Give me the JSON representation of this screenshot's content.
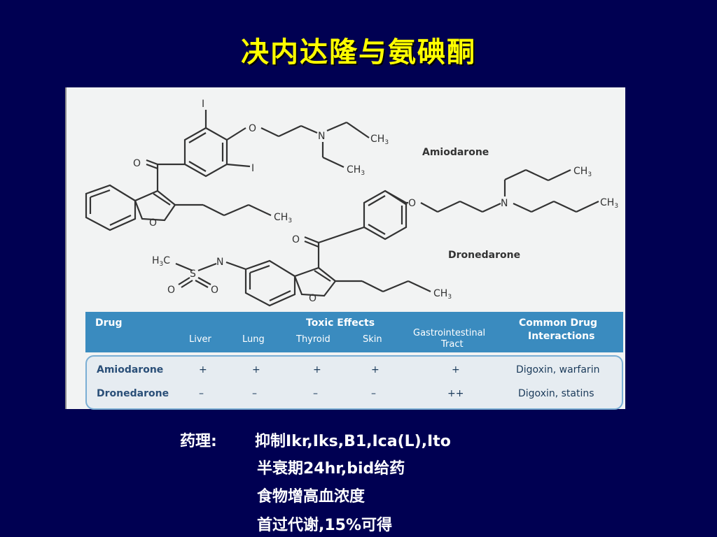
{
  "slide": {
    "title": "决内达隆与氨碘酮"
  },
  "figure": {
    "molecules": [
      {
        "name": "Amiodarone"
      },
      {
        "name": "Dronedarone"
      }
    ],
    "atoms": {
      "iodine": "I",
      "oxygen": "O",
      "nitrogen": "N",
      "sulfur": "S",
      "methyl": "CH",
      "methyl_sub": "3",
      "h3c_h": "H",
      "h3c_c": "C"
    }
  },
  "table": {
    "headers": {
      "drug": "Drug",
      "toxic_effects": "Toxic Effects",
      "interactions_line1": "Common Drug",
      "interactions_line2": "Interactions",
      "liver": "Liver",
      "lung": "Lung",
      "thyroid": "Thyroid",
      "skin": "Skin",
      "gi_line1": "Gastrointestinal",
      "gi_line2": "Tract"
    },
    "rows": [
      {
        "drug": "Amiodarone",
        "liver": "+",
        "lung": "+",
        "thyroid": "+",
        "skin": "+",
        "gi": "+",
        "interactions": "Digoxin, warfarin"
      },
      {
        "drug": "Dronedarone",
        "liver": "–",
        "lung": "–",
        "thyroid": "–",
        "skin": "–",
        "gi": "++",
        "interactions": "Digoxin, statins"
      }
    ]
  },
  "notes": {
    "label": "药理:",
    "lines": [
      "抑制Ikr,Iks,B1,Ica(L),Ito",
      "半衰期24hr,bid给药",
      "食物增高血浓度",
      "首过代谢,15%可得"
    ]
  }
}
